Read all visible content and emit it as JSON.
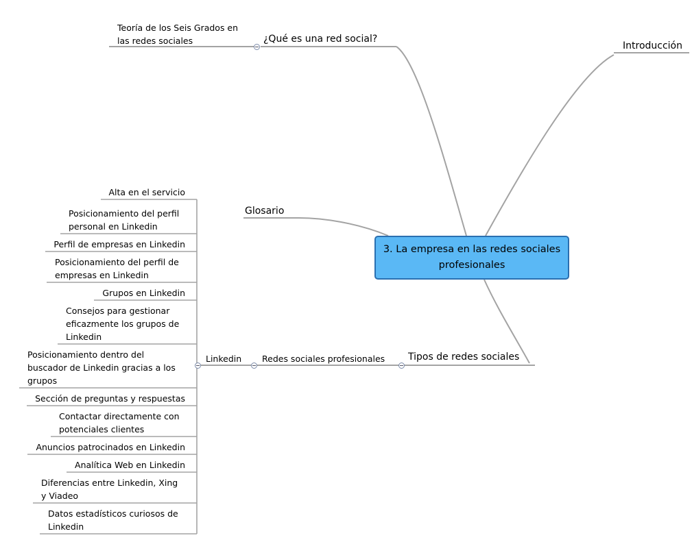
{
  "central": "3. La empresa en las redes sociales profesionales",
  "branches": {
    "que_es": "¿Qué es una red social?",
    "introduccion": "Introducción",
    "glosario": "Glosario",
    "tipos": "Tipos de redes sociales"
  },
  "que_es_children": [
    "Teoría de los Seis Grados en las redes sociales"
  ],
  "tipos_children": [
    "Redes sociales profesionales"
  ],
  "redes_children": [
    "Linkedin"
  ],
  "linkedin_children": [
    "Alta en el servicio",
    "Posicionamiento del perfil personal en Linkedin",
    "Perfil de empresas en Linkedin",
    "Posicionamiento del perfil de empresas en Linkedin",
    "Grupos en Linkedin",
    "Consejos para gestionar eficazmente los grupos de Linkedin",
    "Posicionamiento dentro del buscador de Linkedin gracias a los grupos",
    "Sección de preguntas y respuestas",
    "Contactar directamente con potenciales clientes",
    "Anuncios patrocinados en Linkedin",
    "Analítica Web en Linkedin",
    "Diferencias entre Linkedin, Xing y Viadeo",
    "Datos estadísticos curiosos de Linkedin"
  ],
  "colors": {
    "central_fill": "#5ab8f5",
    "central_border": "#2a6fb0",
    "line": "#a0a0a0"
  }
}
